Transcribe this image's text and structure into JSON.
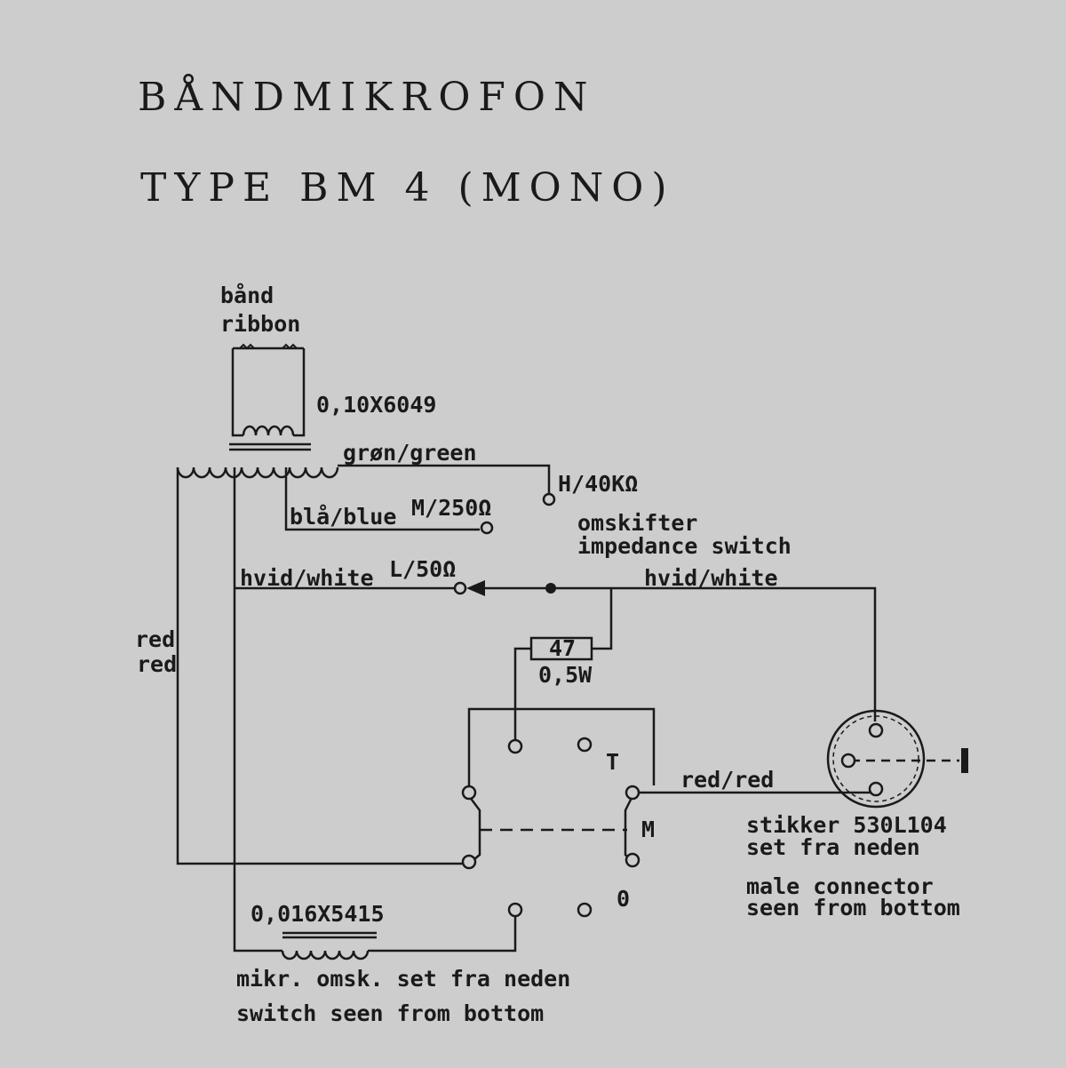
{
  "title_line1": "BÅNDMIKROFON",
  "title_line2": "TYPE  BM 4  (MONO)",
  "labels": {
    "ribbon_da": "bånd",
    "ribbon_en": "ribbon",
    "transformer_spec": "0,10X6049",
    "green_wire": "grøn/green",
    "tap_high": "H/40KΩ",
    "blue_wire": "blå/blue",
    "tap_medium": "M/250Ω",
    "switch_da": "omskifter",
    "switch_en": "impedance  switch",
    "white_wire_left": "hvid/white",
    "tap_low": "L/50Ω",
    "white_wire_right": "hvid/white",
    "red_wire_1": "red",
    "red_wire_2": "red",
    "resistor_value": "47",
    "resistor_power": "0,5W",
    "switch_pos_t": "T",
    "switch_pos_m": "M",
    "switch_pos_0": "0",
    "red_red": "red/red",
    "connector_da_1": "stikker  530L104",
    "connector_da_2": "set  fra  neden",
    "connector_en_1": "male  connector",
    "connector_en_2": "seen  from  bottom",
    "choke_spec": "0,016X5415",
    "caption_da": "mikr. omsk.  set  fra  neden",
    "caption_en": "switch  seen  from  bottom"
  }
}
